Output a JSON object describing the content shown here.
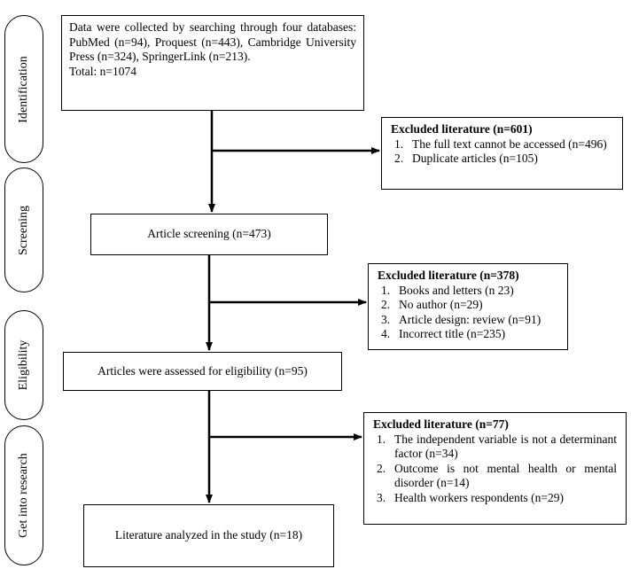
{
  "stages": [
    "Identification",
    "Screening",
    "Eligibility",
    "Get into research"
  ],
  "identification_box": {
    "lines": [
      "Data were collected by searching through four databases: PubMed (n=94), Proquest (n=443), Cambridge University Press (n=324), SpringerLink (n=213).",
      "Total: n=1074"
    ]
  },
  "screening_box": "Article screening (n=473)",
  "eligibility_box": "Articles were assessed for eligibility (n=95)",
  "final_box": "Literature analyzed in the study (n=18)",
  "excluded": [
    {
      "title": "Excluded literature (n=601)",
      "items": [
        "The full text cannot be accessed (n=496)",
        "Duplicate articles (n=105)"
      ]
    },
    {
      "title": "Excluded literature (n=378)",
      "items": [
        "Books and letters (n 23)",
        "No author (n=29)",
        "Article design: review (n=91)",
        "Incorrect title (n=235)"
      ]
    },
    {
      "title": "Excluded literature (n=77)",
      "items": [
        "The independent variable is not a determinant factor (n=34)",
        "Outcome is not mental health or mental disorder (n=14)",
        "Health workers respondents (n=29)"
      ]
    }
  ],
  "item_numbers": [
    "1.",
    "2.",
    "3.",
    "4."
  ]
}
